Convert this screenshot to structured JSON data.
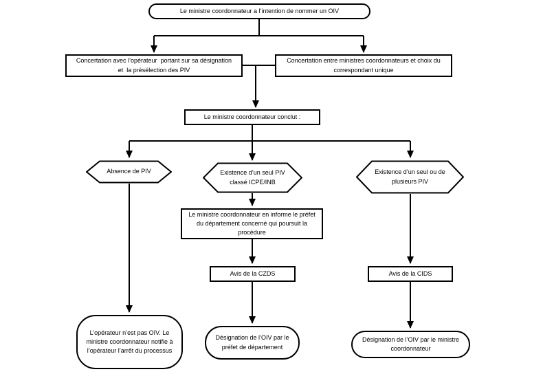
{
  "colors": {
    "line": "#000000",
    "node_fill": "#ffffff",
    "text": "#000000",
    "background": "#ffffff"
  },
  "nodes": {
    "start": {
      "label": "Le ministre coordonnateur a l’intention de nommer un OIV"
    },
    "concertation_operateur": {
      "label": "Concertation avec l’opérateur  portant sur sa désignation\net  la présélection des PIV"
    },
    "concertation_ministres": {
      "label": "Concertation entre ministres coordonnateurs et choix du\ncorrespondant unique"
    },
    "conclusion": {
      "label": "Le ministre coordonnateur conclut :"
    },
    "absence_piv": {
      "label": "Absence de PIV"
    },
    "un_seul_piv_icpe": {
      "label": "Existence d’un seul PIV\nclassé ICPE/INB"
    },
    "un_seul_ou_plusieurs_piv": {
      "label": "Existence d’un seul ou de\nplusieurs PIV"
    },
    "informe_prefet": {
      "label": "Le ministre coordonnateur en informe le préfet\ndu département concerné qui poursuit la\nprocédure"
    },
    "avis_czds": {
      "label": "Avis de la CZDS"
    },
    "avis_cids": {
      "label": "Avis de la CIDS"
    },
    "arret_processus": {
      "label": "L’opérateur n’est pas OIV. Le\nministre coordonnateur notifie à\nl’opérateur l’arrêt du processus"
    },
    "designation_prefet": {
      "label": "Désignation de l’OIV par le\npréfet de département"
    },
    "designation_ministre": {
      "label": "Désignation de l’OIV par le ministre\ncoordonnateur"
    }
  }
}
